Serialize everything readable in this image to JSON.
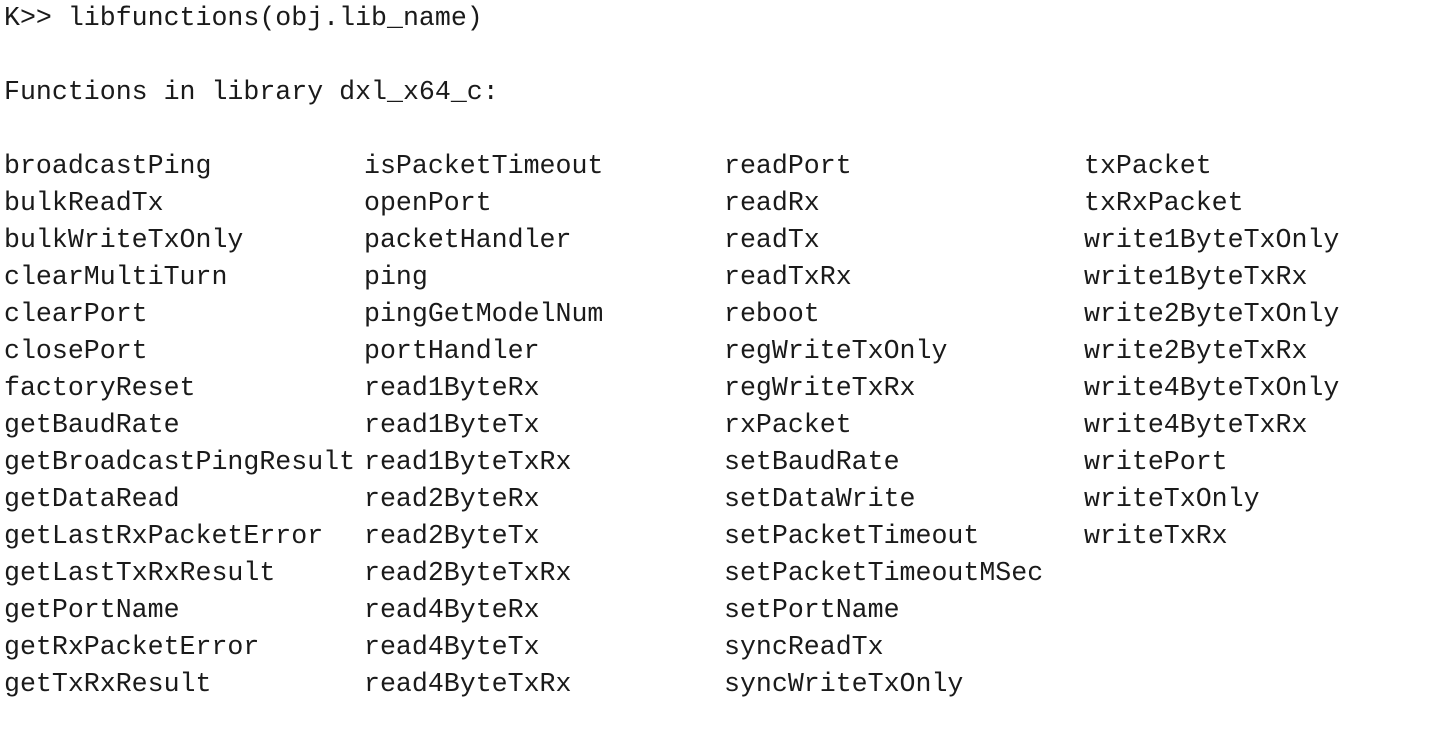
{
  "console": {
    "command": "K>> libfunctions(obj.lib_name)",
    "header": "Functions in library dxl_x64_c:"
  },
  "functions": {
    "columns": [
      [
        "broadcastPing",
        "bulkReadTx",
        "bulkWriteTxOnly",
        "clearMultiTurn",
        "clearPort",
        "closePort",
        "factoryReset",
        "getBaudRate",
        "getBroadcastPingResult",
        "getDataRead",
        "getLastRxPacketError",
        "getLastTxRxResult",
        "getPortName",
        "getRxPacketError",
        "getTxRxResult"
      ],
      [
        "isPacketTimeout",
        "openPort",
        "packetHandler",
        "ping",
        "pingGetModelNum",
        "portHandler",
        "read1ByteRx",
        "read1ByteTx",
        "read1ByteTxRx",
        "read2ByteRx",
        "read2ByteTx",
        "read2ByteTxRx",
        "read4ByteRx",
        "read4ByteTx",
        "read4ByteTxRx"
      ],
      [
        "readPort",
        "readRx",
        "readTx",
        "readTxRx",
        "reboot",
        "regWriteTxOnly",
        "regWriteTxRx",
        "rxPacket",
        "setBaudRate",
        "setDataWrite",
        "setPacketTimeout",
        "setPacketTimeoutMSec",
        "setPortName",
        "syncReadTx",
        "syncWriteTxOnly"
      ],
      [
        "txPacket",
        "txRxPacket",
        "write1ByteTxOnly",
        "write1ByteTxRx",
        "write2ByteTxOnly",
        "write2ByteTxRx",
        "write4ByteTxOnly",
        "write4ByteTxRx",
        "writePort",
        "writeTxOnly",
        "writeTxRx"
      ]
    ]
  }
}
